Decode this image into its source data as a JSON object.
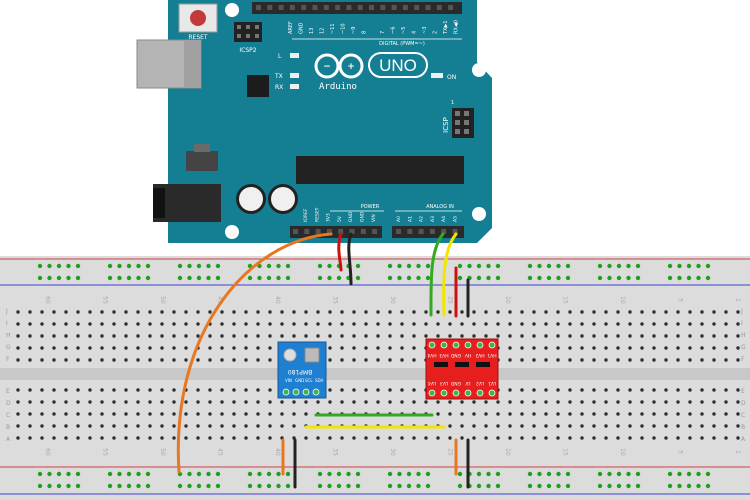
{
  "arduino": {
    "reset_label": "RESET",
    "icsp2_label": "ICSP2",
    "icsp_label": "ICSP",
    "brand_uno": "UNO",
    "brand_arduino": "Arduino",
    "digital_header_label": "DIGITAL (PWM=~)",
    "led_l_label": "L",
    "led_tx_label": "TX",
    "led_rx_label": "RX",
    "led_on_label": "ON",
    "icsp_pin1_label": "1",
    "power_header_label": "POWER",
    "analog_header_label": "ANALOG IN",
    "top_pin_labels": [
      "AREF",
      "GND",
      "13",
      "12",
      "~11",
      "~10",
      "~9",
      "8",
      "7",
      "~6",
      "~5",
      "4",
      "~3",
      "2",
      "TX▶1",
      "RX◀0"
    ],
    "power_pin_labels": [
      "IOREF",
      "RESET",
      "3V3",
      "5V",
      "GND",
      "GND",
      "VIN"
    ],
    "analog_pin_labels": [
      "A0",
      "A1",
      "A2",
      "A3",
      "A4",
      "A5"
    ]
  },
  "breadboard": {
    "column_numbers": [
      "60",
      "55",
      "50",
      "45",
      "40",
      "35",
      "30",
      "25",
      "20",
      "15",
      "10",
      "5",
      "1"
    ],
    "row_letters_top": [
      "J",
      "I",
      "H",
      "G",
      "F"
    ],
    "row_letters_bottom": [
      "E",
      "D",
      "C",
      "B",
      "A"
    ]
  },
  "sensor_module": {
    "label": "BMP180",
    "pin_labels": [
      "VIN",
      "GND",
      "SCL",
      "SDA"
    ]
  },
  "level_shifter": {
    "top_pin_labels": [
      "HV4",
      "HV3",
      "GND",
      "HV",
      "HV2",
      "HV1"
    ],
    "bottom_pin_labels": [
      "LV4",
      "LV3",
      "GND",
      "LV",
      "LV2",
      "LV1"
    ]
  },
  "wire_colors": {
    "orange": "#e87722",
    "red": "#cc1111",
    "black": "#222222",
    "green": "#33aa22",
    "yellow": "#f2e600"
  },
  "colors": {
    "board": "#147f93",
    "breadboard": "#dcdcdc",
    "module_blue": "#1f7fd0",
    "module_red": "#e61e1e"
  }
}
